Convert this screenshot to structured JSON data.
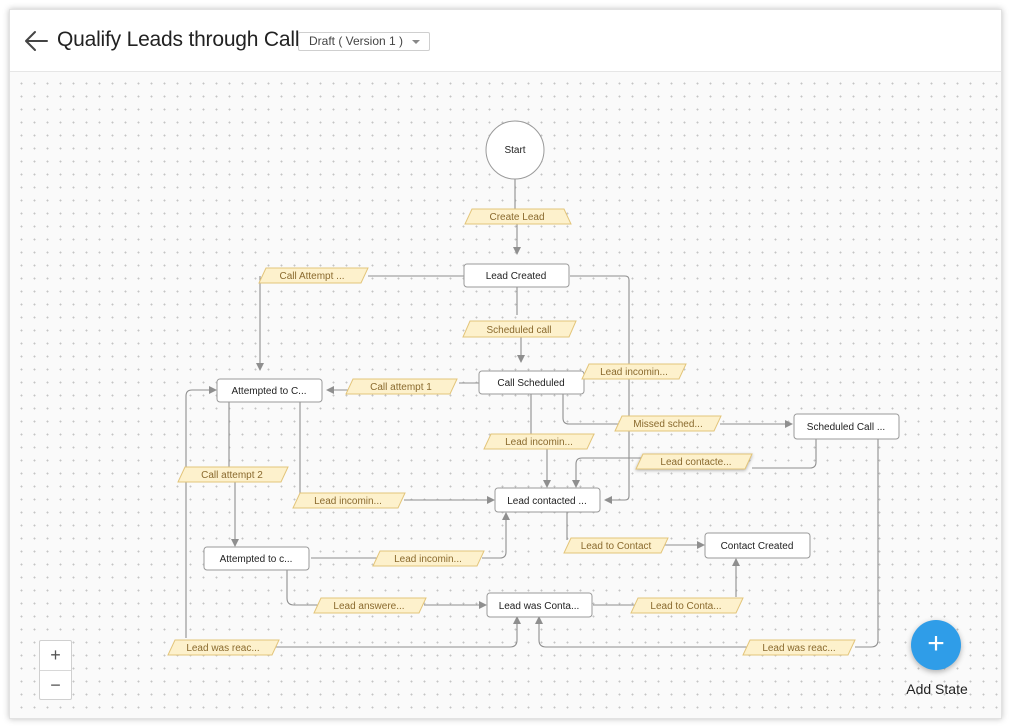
{
  "header": {
    "title": "Qualify Leads through Call",
    "version_label": "Draft ( Version 1 )"
  },
  "states": [
    {
      "id": "start",
      "label": "Start"
    },
    {
      "id": "lead_created",
      "label": "Lead Created"
    },
    {
      "id": "call_scheduled",
      "label": "Call Scheduled"
    },
    {
      "id": "attempted1",
      "label": "Attempted to C..."
    },
    {
      "id": "scheduled_call",
      "label": "Scheduled Call ..."
    },
    {
      "id": "lead_contacted",
      "label": "Lead contacted ..."
    },
    {
      "id": "attempted2",
      "label": "Attempted to c..."
    },
    {
      "id": "contact_created",
      "label": "Contact Created"
    },
    {
      "id": "lead_was_contacted",
      "label": "Lead was Conta..."
    }
  ],
  "transitions": [
    {
      "id": "create_lead",
      "label": "Create Lead"
    },
    {
      "id": "call_attempt_top",
      "label": "Call Attempt ..."
    },
    {
      "id": "scheduled_call_t",
      "label": "Scheduled call"
    },
    {
      "id": "lead_incoming_right",
      "label": "Lead incomin..."
    },
    {
      "id": "call_attempt_1",
      "label": "Call attempt 1"
    },
    {
      "id": "missed_sched",
      "label": "Missed sched..."
    },
    {
      "id": "lead_incoming_mid",
      "label": "Lead incomin..."
    },
    {
      "id": "lead_contacted_t",
      "label": "Lead contacte..."
    },
    {
      "id": "call_attempt_2",
      "label": "Call attempt 2"
    },
    {
      "id": "lead_incoming_left",
      "label": "Lead incomin..."
    },
    {
      "id": "lead_to_contact_1",
      "label": "Lead to Contact"
    },
    {
      "id": "lead_incoming_low",
      "label": "Lead incomin..."
    },
    {
      "id": "lead_answered",
      "label": "Lead answere..."
    },
    {
      "id": "lead_to_contact_2",
      "label": "Lead to Conta..."
    },
    {
      "id": "lead_was_reached_left",
      "label": "Lead was reac..."
    },
    {
      "id": "lead_was_reached_right",
      "label": "Lead was reac..."
    }
  ],
  "controls": {
    "zoom_in": "+",
    "zoom_out": "−",
    "add_state_icon": "+",
    "add_state_label": "Add State"
  },
  "colors": {
    "accent": "#2f9de8",
    "transition_fill": "#fdf1cc",
    "transition_border": "#e3c57a"
  }
}
